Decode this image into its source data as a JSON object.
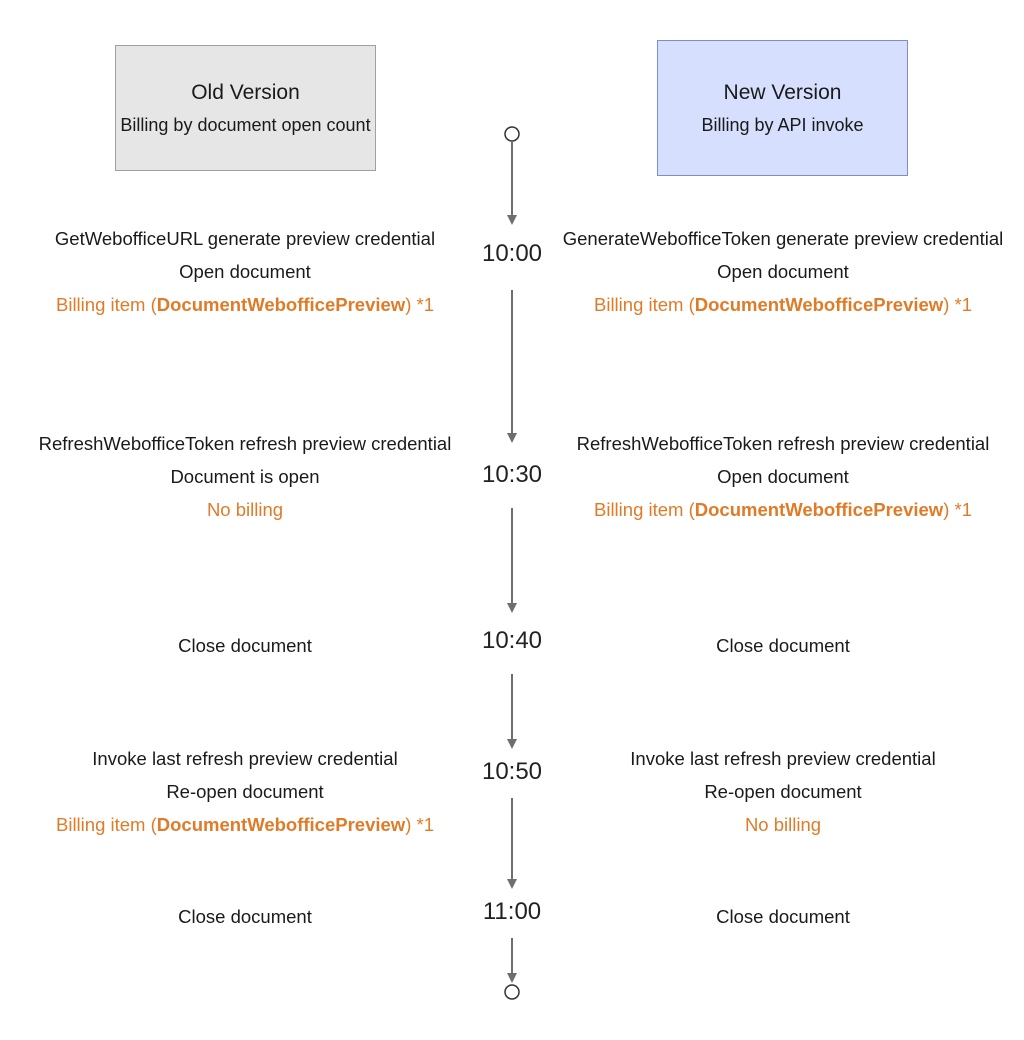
{
  "headers": {
    "old": {
      "title": "Old Version",
      "subtitle": "Billing by document open count"
    },
    "new": {
      "title": "New Version",
      "subtitle": "Billing by API invoke"
    }
  },
  "times": [
    "10:00",
    "10:30",
    "10:40",
    "10:50",
    "11:00"
  ],
  "old_events": [
    {
      "line1": "GetWebofficeURL generate preview credential",
      "line2": "Open document",
      "billing_prefix": "Billing item (",
      "billing_item": "DocumentWebofficePreview",
      "billing_suffix": ") *1"
    },
    {
      "line1": "RefreshWebofficeToken refresh preview credential",
      "line2": "Document is open",
      "no_billing": "No billing"
    },
    {
      "line1": "Close document"
    },
    {
      "line1": "Invoke last refresh preview credential",
      "line2": "Re-open document",
      "billing_prefix": "Billing item (",
      "billing_item": "DocumentWebofficePreview",
      "billing_suffix": ") *1"
    },
    {
      "line1": "Close document"
    }
  ],
  "new_events": [
    {
      "line1": "GenerateWebofficeToken generate preview credential",
      "line2": "Open document",
      "billing_prefix": "Billing item (",
      "billing_item": "DocumentWebofficePreview",
      "billing_suffix": ") *1"
    },
    {
      "line1": "RefreshWebofficeToken refresh preview credential",
      "line2": "Open document",
      "billing_prefix": "Billing item (",
      "billing_item": "DocumentWebofficePreview",
      "billing_suffix": ") *1"
    },
    {
      "line1": "Close document"
    },
    {
      "line1": "Invoke last refresh preview credential",
      "line2": "Re-open document",
      "no_billing": "No billing"
    },
    {
      "line1": "Close document"
    }
  ],
  "colors": {
    "billing": "#e07b28",
    "old_box": "#e6e6e6",
    "new_box": "#d6dffd",
    "arrow": "#6e6e6e"
  }
}
